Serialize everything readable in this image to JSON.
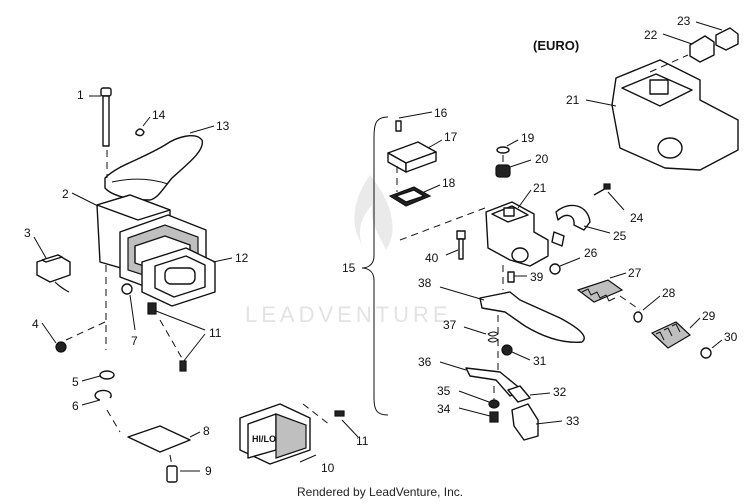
{
  "diagram": {
    "region_label": "(EURO)",
    "watermark": "LEADVENTURE",
    "footer": "Rendered by LeadVenture, Inc.",
    "switch_face_label": "HI/LO",
    "callouts": {
      "c1": "1",
      "c2": "2",
      "c3": "3",
      "c4": "4",
      "c5": "5",
      "c6": "6",
      "c7": "7",
      "c8": "8",
      "c9": "9",
      "c10": "10",
      "c11a": "11",
      "c11b": "11",
      "c12": "12",
      "c13": "13",
      "c14": "14",
      "c15": "15",
      "c16": "16",
      "c17": "17",
      "c18": "18",
      "c19": "19",
      "c20": "20",
      "c21a": "21",
      "c21b": "21",
      "c22": "22",
      "c23": "23",
      "c24": "24",
      "c25": "25",
      "c26": "26",
      "c27": "27",
      "c28": "28",
      "c29": "29",
      "c30": "30",
      "c31": "31",
      "c32": "32",
      "c33": "33",
      "c34": "34",
      "c35": "35",
      "c36": "36",
      "c37": "37",
      "c38": "38",
      "c39": "39",
      "c40": "40"
    }
  }
}
